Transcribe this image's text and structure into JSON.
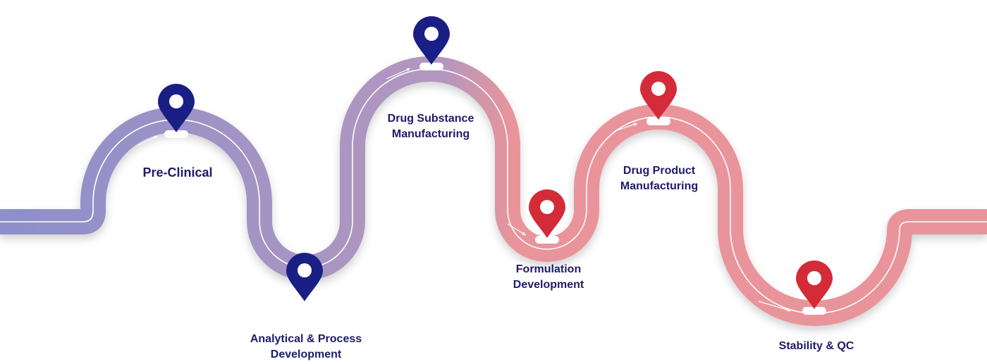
{
  "colors": {
    "road_start": "#8c8fcb",
    "road_mid": "#b497be",
    "road_end": "#e9949b",
    "pin_blue": "#1a1f86",
    "pin_red": "#d42b38",
    "label_text": "#1f1b6b",
    "center_line": "#ffffff"
  },
  "stages": [
    {
      "name": "Pre-Clinical",
      "lines": [
        "Pre-Clinical"
      ],
      "pin_color": "blue",
      "icon": "map-pin-icon"
    },
    {
      "name": "Analytical & Process Development",
      "lines": [
        "Analytical & Process",
        "Development"
      ],
      "pin_color": "blue",
      "icon": "map-pin-icon"
    },
    {
      "name": "Drug Substance Manufacturing",
      "lines": [
        "Drug Substance",
        "Manufacturing"
      ],
      "pin_color": "blue",
      "icon": "map-pin-icon"
    },
    {
      "name": "Formulation Development",
      "lines": [
        "Formulation",
        "Development"
      ],
      "pin_color": "red",
      "icon": "map-pin-icon"
    },
    {
      "name": "Drug Product Manufacturing",
      "lines": [
        "Drug Product",
        "Manufacturing"
      ],
      "pin_color": "red",
      "icon": "map-pin-icon"
    },
    {
      "name": "Stability & QC",
      "lines": [
        "Stability & QC"
      ],
      "pin_color": "red",
      "icon": "map-pin-icon"
    }
  ]
}
